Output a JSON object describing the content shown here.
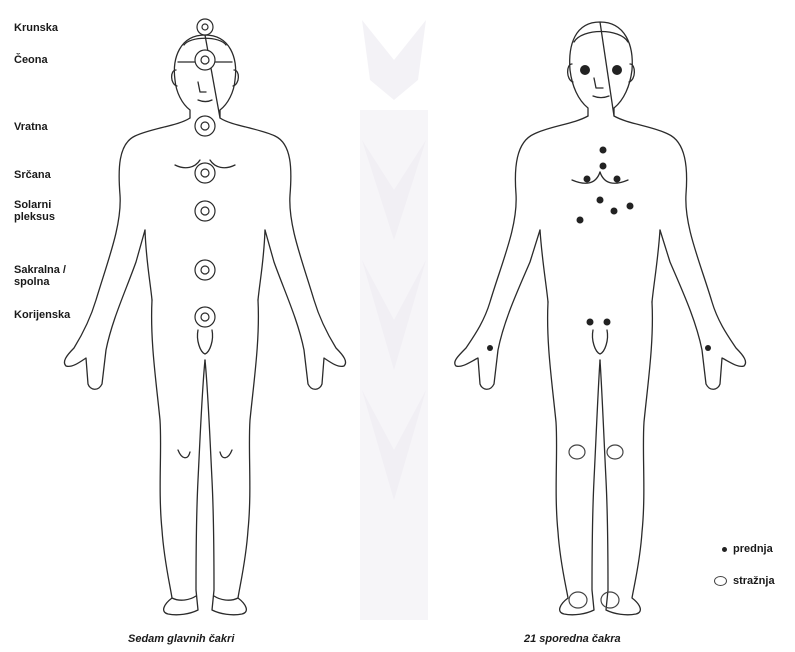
{
  "main_chakras": {
    "labels": [
      "Krunska",
      "Čeona",
      "Vratna",
      "Srčana",
      "Solarni pleksus",
      "Sakralna / spolna",
      "Korijenska"
    ],
    "caption": "Sedam glavnih čakri"
  },
  "minor_chakras": {
    "caption": "21 sporedna čakra"
  },
  "legend": {
    "front": "prednja",
    "back": "stražnja"
  },
  "colors": {
    "line": "#2b2b2b",
    "ghost_column": "#ece8f0"
  }
}
